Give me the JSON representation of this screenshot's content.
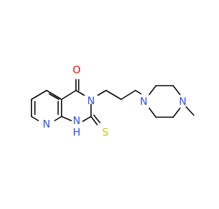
{
  "molecule": {
    "atom_labels": {
      "oxygen": "O",
      "nitrogen_n3": "N",
      "nitrogen_n1": "N",
      "nitrogen_h": "H",
      "nitrogen_pyridine": "N",
      "sulfur": "S",
      "nitrogen_piperazine_a": "N",
      "nitrogen_piperazine_b": "N"
    },
    "colors": {
      "bond": "#000000",
      "oxygen": "#ff0d0d",
      "nitrogen": "#3050f8",
      "sulfur": "#c8c800"
    }
  }
}
